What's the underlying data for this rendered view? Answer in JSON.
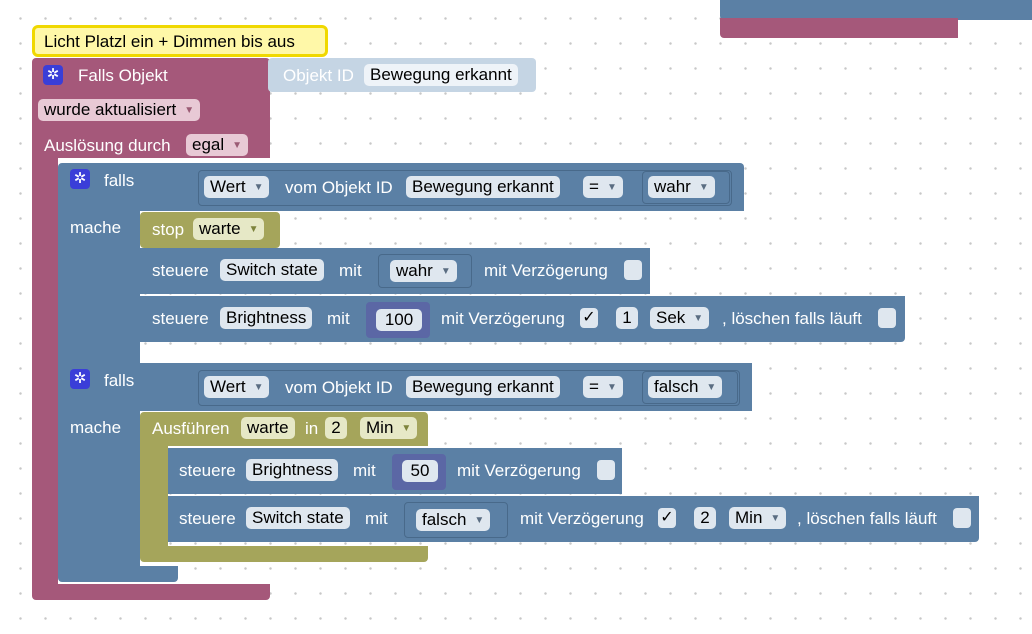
{
  "comment_bubble": {
    "text": "Licht Platzl ein + Dimmen bis aus"
  },
  "trigger": {
    "label": "Falls Objekt",
    "object_label": "Objekt ID",
    "object_value": "Bewegung erkannt",
    "event": "wurde aktualisiert",
    "trigger_label": "Auslösung durch",
    "trigger_value": "egal"
  },
  "if1": {
    "falls": "falls",
    "mache": "mache",
    "cond_left": "Wert",
    "vom": "vom Objekt ID",
    "object": "Bewegung erkannt",
    "op": "=",
    "cond_right": "wahr",
    "stop": {
      "label": "stop",
      "value": "warte"
    },
    "set1": {
      "steuere": "steuere",
      "target": "Switch state",
      "mit": "mit",
      "value": "wahr",
      "delay_label": "mit Verzögerung"
    },
    "set2": {
      "steuere": "steuere",
      "target": "Brightness",
      "mit": "mit",
      "value": "100",
      "delay_label": "mit Verzögerung",
      "checked": "✓",
      "delay": "1",
      "unit": "Sek",
      "clear_label": ", löschen falls läuft"
    }
  },
  "if2": {
    "falls": "falls",
    "mache": "mache",
    "cond_left": "Wert",
    "vom": "vom Objekt ID",
    "object": "Bewegung erkannt",
    "op": "=",
    "cond_right": "falsch",
    "timeout": {
      "label": "Ausführen",
      "name": "warte",
      "in": "in",
      "value": "2",
      "unit": "Min"
    },
    "set1": {
      "steuere": "steuere",
      "target": "Brightness",
      "mit": "mit",
      "value": "50",
      "delay_label": "mit Verzögerung"
    },
    "set2": {
      "steuere": "steuere",
      "target": "Switch state",
      "mit": "mit",
      "value": "falsch",
      "delay_label": "mit Verzögerung",
      "checked": "✓",
      "delay": "2",
      "unit": "Min",
      "clear_label": ", löschen falls läuft"
    }
  },
  "colors": {
    "event": "#a5587a",
    "logic": "#5b80a5",
    "timer": "#a5a55b",
    "number": "#5b67a5",
    "comment_bg": "#fff8a8",
    "comment_border": "#f0d800",
    "gear": "#3a3ed8"
  },
  "icons": {
    "settings": "gear-icon",
    "dropdown": "dropdown-arrow-icon"
  }
}
